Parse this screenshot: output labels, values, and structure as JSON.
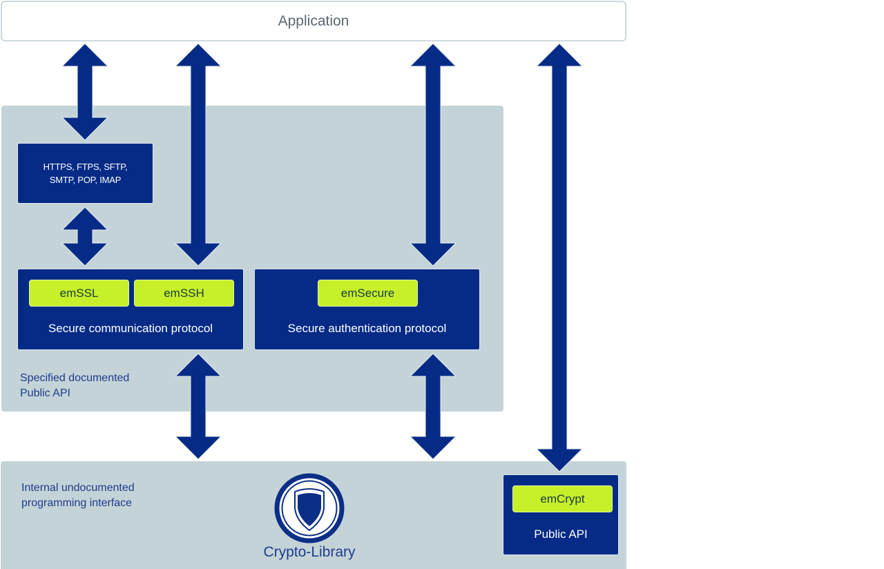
{
  "diagram": {
    "application": {
      "label": "Application"
    },
    "public_api_panel": {
      "label_line1": "Specified documented",
      "label_line2": "Public API",
      "protocols_box": {
        "line1": "HTTPS, FTPS, SFTP,",
        "line2": "SMTP, POP, IMAP"
      },
      "communication_box": {
        "modules": [
          "emSSL",
          "emSSH"
        ],
        "caption": "Secure communication protocol"
      },
      "authentication_box": {
        "modules": [
          "emSecure"
        ],
        "caption": "Secure authentication protocol"
      }
    },
    "internal_panel": {
      "label_line1": "Internal undocumented",
      "label_line2": "programming interface",
      "library": {
        "icon": "shield-icon",
        "label": "Crypto-Library"
      },
      "crypt_box": {
        "module": "emCrypt",
        "caption": "Public API"
      }
    },
    "connections": [
      {
        "from": "Application",
        "to": "HTTPS, FTPS, SFTP, SMTP, POP, IMAP",
        "direction": "bidirectional"
      },
      {
        "from": "HTTPS, FTPS, SFTP, SMTP, POP, IMAP",
        "to": "emSSL",
        "direction": "bidirectional"
      },
      {
        "from": "Application",
        "to": "emSSH",
        "direction": "bidirectional"
      },
      {
        "from": "Application",
        "to": "emSecure",
        "direction": "bidirectional"
      },
      {
        "from": "Application",
        "to": "emCrypt",
        "direction": "bidirectional"
      },
      {
        "from": "Secure communication protocol",
        "to": "Crypto-Library",
        "direction": "bidirectional"
      },
      {
        "from": "Secure authentication protocol",
        "to": "Crypto-Library",
        "direction": "bidirectional"
      }
    ],
    "colors": {
      "navy": "#062b86",
      "lime": "#c5f02a",
      "panel_gray": "#c4d3d7",
      "label_blue": "#1f3b8c"
    }
  }
}
